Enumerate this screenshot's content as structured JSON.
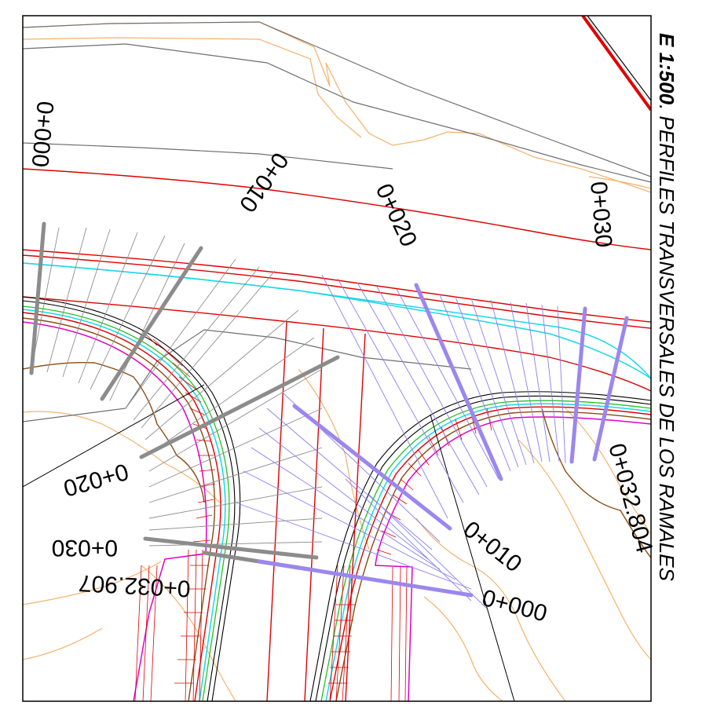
{
  "title": {
    "scale": "E 1:500",
    "subtitle": ". PERFILES TRANSVERSALES DE LOS RAMALES"
  },
  "stations": {
    "top_axis": [
      "0+000",
      "0+010",
      "0+020",
      "0+030"
    ],
    "left_ramp": [
      "0+020",
      "0+030",
      "0+032.907"
    ],
    "right_ramp": [
      "0+032.804",
      "0+010",
      "0+000"
    ]
  },
  "colors": {
    "road_edge": "#e00000",
    "axis_cyan": "#19d8e8",
    "contour": "#f4b26b",
    "profile_marker_gray": "#8c8c8c",
    "profile_marker_blue": "#9b87ee",
    "curb_magenta": "#e000c8",
    "terrain_brown": "#8a4a12"
  }
}
